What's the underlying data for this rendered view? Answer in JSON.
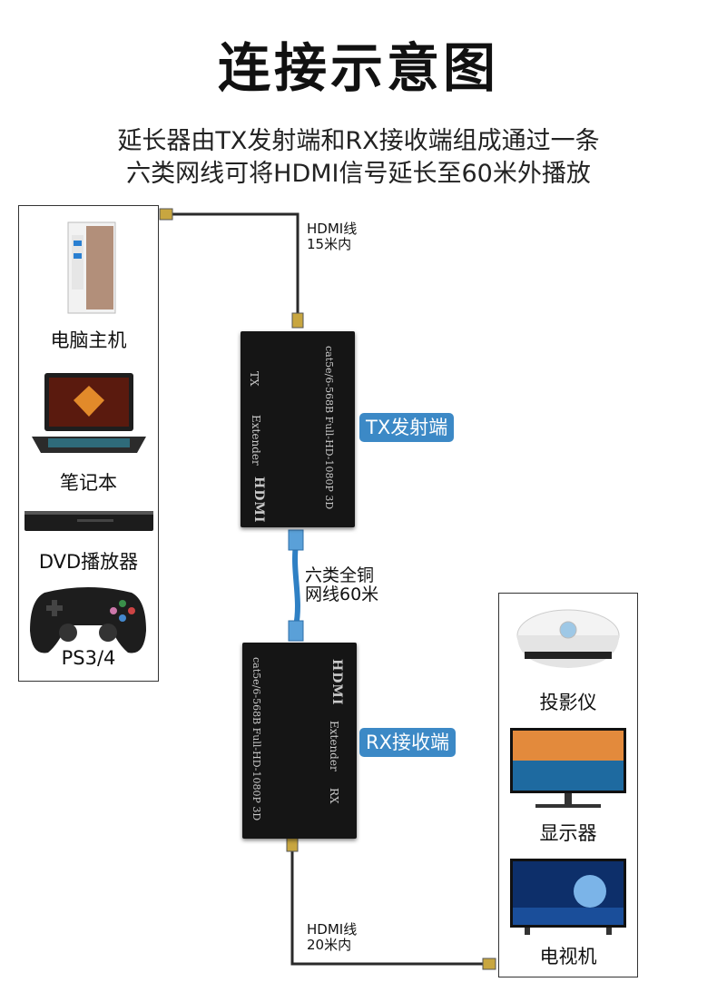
{
  "title": "连接示意图",
  "subtitle_lines": [
    "延长器由TX发射端和RX接收端组成通过一条",
    "六类网线可将HDMI信号延长至60米外播放"
  ],
  "sources": [
    {
      "label": "电脑主机",
      "icon": "desktop-pc-icon"
    },
    {
      "label": "笔记本",
      "icon": "laptop-icon"
    },
    {
      "label": "DVD播放器",
      "icon": "dvd-player-icon"
    },
    {
      "label": "PS3/4",
      "icon": "gamepad-icon"
    }
  ],
  "displays": [
    {
      "label": "投影仪",
      "icon": "projector-icon"
    },
    {
      "label": "显示器",
      "icon": "monitor-icon"
    },
    {
      "label": "电视机",
      "icon": "tv-icon"
    }
  ],
  "tx": {
    "badge": "TX发射端",
    "side_label": "TX",
    "model_label": "Extender",
    "brand": "HDMI",
    "spec": "cat5e/6-568B Full-HD-1080P 3D"
  },
  "rx": {
    "badge": "RX接收端",
    "side_label": "RX",
    "model_label": "Extender",
    "brand": "HDMI",
    "spec": "cat5e/6-568B Full-HD-1080P 3D"
  },
  "cables": {
    "hdmi_in": {
      "line1": "HDMI线",
      "line2": "15米内"
    },
    "lan": {
      "line1": "六类全铜",
      "line2": "网线60米"
    },
    "hdmi_out": {
      "line1": "HDMI线",
      "line2": "20米内"
    }
  },
  "colors": {
    "badge": "#3c89c6",
    "lan_cable": "#2f80c4",
    "device_box": "#151515",
    "hdmi_plug": "#c8a640"
  }
}
